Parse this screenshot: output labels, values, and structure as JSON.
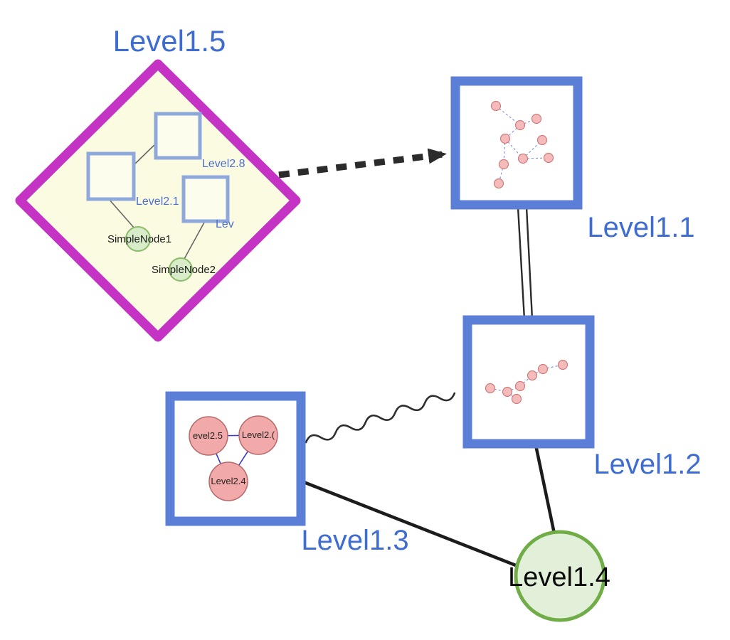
{
  "diagram": {
    "nodes": {
      "level15": {
        "label": "Level1.5",
        "type": "group-diamond"
      },
      "level11": {
        "label": "Level1.1",
        "type": "square"
      },
      "level12": {
        "label": "Level1.2",
        "type": "square"
      },
      "level13": {
        "label": "Level1.3",
        "type": "square"
      },
      "level14": {
        "label": "Level1.4",
        "type": "circle"
      },
      "level28": {
        "label": "Level2.8",
        "type": "inner-square"
      },
      "level21": {
        "label": "Level2.1",
        "type": "inner-square"
      },
      "lev": {
        "label": "Lev",
        "type": "inner-square"
      },
      "simplenode1": {
        "label": "SimpleNode1",
        "type": "inner-circle"
      },
      "simplenode2": {
        "label": "SimpleNode2",
        "type": "inner-circle"
      },
      "level25": {
        "label": "evel2.5",
        "type": "pink-circle"
      },
      "level26": {
        "label": "Level2.(",
        "type": "pink-circle"
      },
      "level24": {
        "label": "Level2.4",
        "type": "pink-circle"
      }
    },
    "edges": [
      {
        "from": "Level1.5",
        "to": "Level1.1",
        "style": "thick-dashed-arrow"
      },
      {
        "from": "Level1.1",
        "to": "Level1.2",
        "style": "double-line"
      },
      {
        "from": "Level1.3",
        "to": "Level1.2",
        "style": "wavy"
      },
      {
        "from": "Level1.3",
        "to": "Level1.4",
        "style": "solid"
      },
      {
        "from": "Level1.2",
        "to": "Level1.4",
        "style": "solid"
      },
      {
        "from": "Level2.1",
        "to": "Level2.8",
        "style": "thin"
      },
      {
        "from": "Level2.1",
        "to": "SimpleNode1",
        "style": "thin"
      },
      {
        "from": "Lev",
        "to": "SimpleNode2",
        "style": "thin"
      },
      {
        "from": "evel2.5",
        "to": "Level2.(",
        "style": "thin-blue"
      },
      {
        "from": "evel2.5",
        "to": "Level2.4",
        "style": "thin-blue"
      },
      {
        "from": "Level2.(",
        "to": "Level2.4",
        "style": "thin-blue"
      }
    ],
    "colors": {
      "label_blue": "#3e6cd1",
      "node_border_blue": "#5b7fd6",
      "inner_square_border": "#8fa8dc",
      "diamond_border": "#c433c4",
      "diamond_fill": "#fbfbe2",
      "green_fill": "#e2f0d9",
      "green_border": "#70ad47",
      "pink_fill": "#f2a9a9",
      "edge_black": "#222222"
    }
  }
}
